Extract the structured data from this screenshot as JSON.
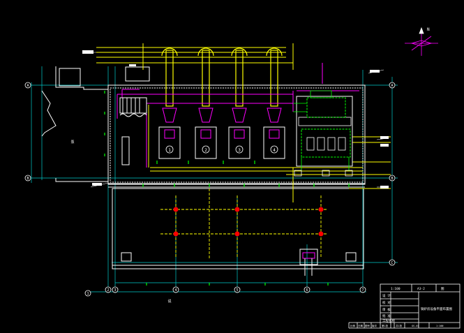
{
  "colors": {
    "background": "#000000",
    "wall": "#ffffff",
    "grid": "#00ffff",
    "pipe_yellow": "#ffff00",
    "pipe_magenta": "#ff00ff",
    "equipment_green": "#00ff00",
    "dimension_red": "#ff0000",
    "column_red": "#ff0000"
  },
  "grid_bubbles": {
    "row_left": [
      "A",
      "B"
    ],
    "row_right": [
      "A",
      "B",
      "C"
    ],
    "bottom": [
      "1",
      "2",
      "3",
      "4",
      "5",
      "6",
      "7"
    ]
  },
  "annotations": {
    "left_room": "泵",
    "north_arrow_label": "N",
    "bottom_note": "说"
  },
  "title_block": {
    "header_left": "1:100",
    "header_mid": "A3-2",
    "header_right": "图",
    "drawing_title": "锅炉房设备平面布置图",
    "rows": [
      "设 计",
      "校 对",
      "审 核",
      "批 准",
      "工程名称"
    ],
    "footer": [
      "比例",
      "日期",
      "图号",
      "版次",
      "第1张",
      "共1张",
      "GS-01",
      "1:100"
    ]
  },
  "equipment": {
    "boiler_labels": [
      "1",
      "2",
      "3",
      "4"
    ]
  }
}
